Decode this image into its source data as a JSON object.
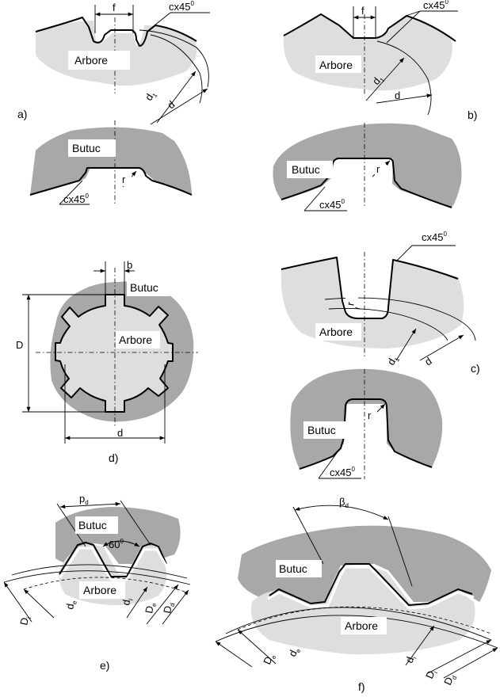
{
  "labels": {
    "arbore": "Arbore",
    "butuc": "Butuc",
    "f": "f",
    "d": "d",
    "d_sym": "d",
    "d_sub1": "1",
    "D": "D",
    "b": "b",
    "r": "r",
    "c_chamfer": "cx45",
    "deg": "0",
    "angle60": "60",
    "p": "p",
    "p_sub": "d",
    "beta": "β",
    "beta_sub": "d",
    "sub_1": "1",
    "sub_e": "e",
    "sub_d": "d",
    "sub_i": "i"
  },
  "captions": {
    "a": "a)",
    "b": "b)",
    "c": "c)",
    "d": "d)",
    "e": "e)",
    "f": "f)"
  },
  "colors": {
    "shaft": "#dedede",
    "hub": "#a8a8a8",
    "line": "#000000"
  }
}
